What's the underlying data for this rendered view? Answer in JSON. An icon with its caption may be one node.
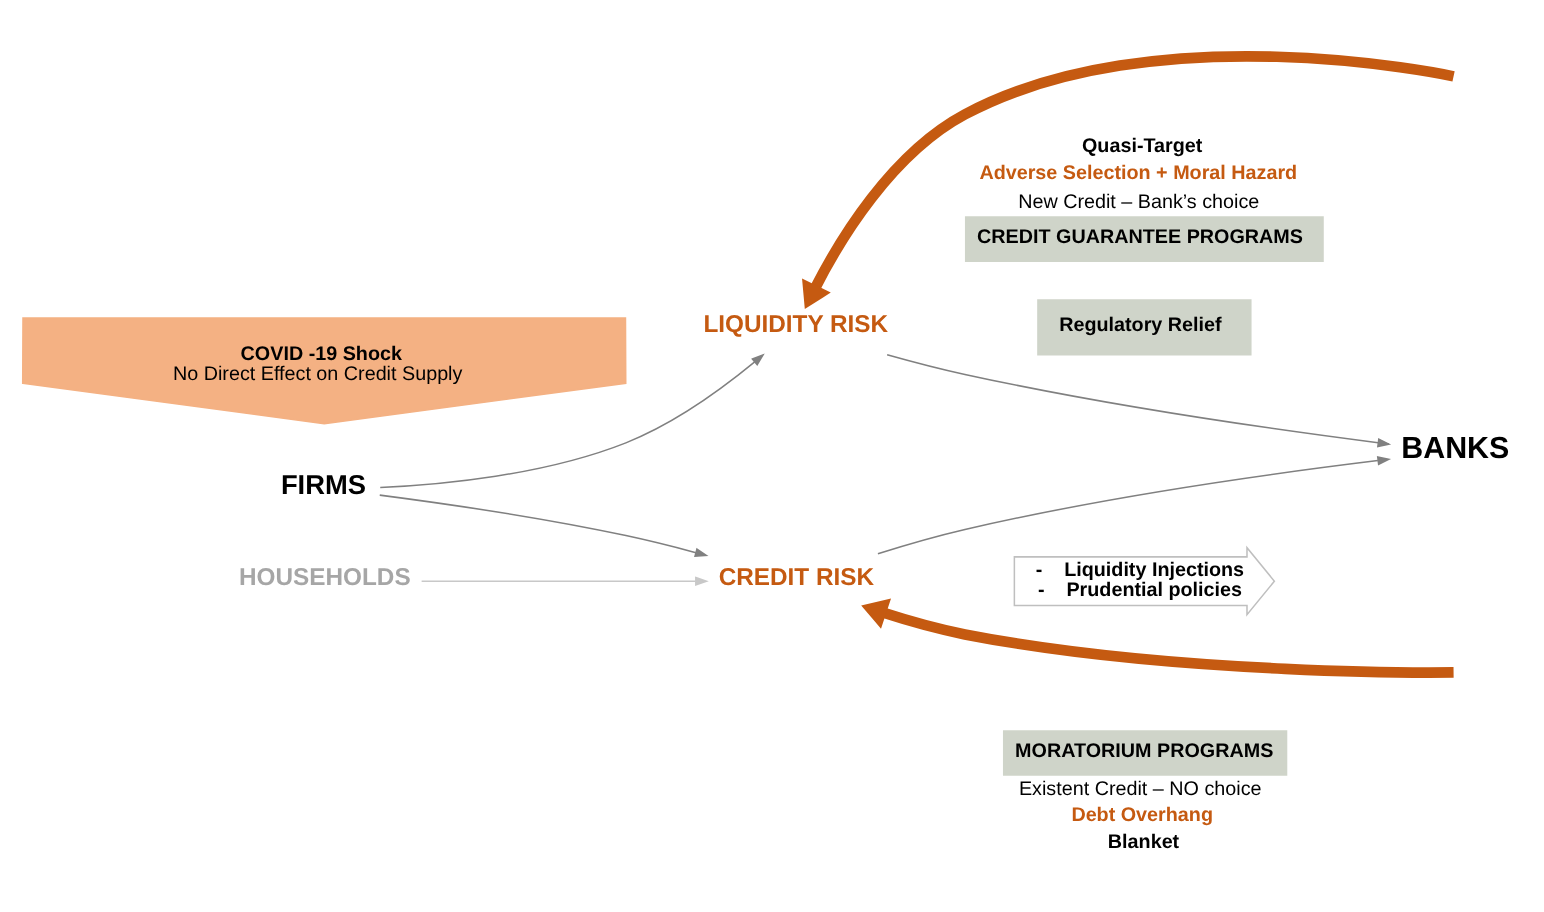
{
  "diagram": {
    "nodes": [
      {
        "text": [
          "COVID -19 Shock",
          "No Direct Effect on Credit Supply"
        ]
      },
      {
        "text": [
          "FIRMS"
        ]
      },
      {
        "text": [
          "HOUSEHOLDS"
        ]
      },
      {
        "text": [
          "LIQUIDITY RISK"
        ]
      },
      {
        "text": [
          "CREDIT RISK"
        ]
      },
      {
        "text": [
          "BANKS"
        ]
      },
      {
        "text": [
          "CREDIT GUARANTEE PROGRAMS"
        ],
        "beside": [
          "Quasi-Target",
          "Adverse Selection + Moral Hazard",
          "New Credit – Bank’s choice"
        ]
      },
      {
        "text": [
          "Regulatory Relief"
        ]
      },
      {
        "text": [
          "-    Liquidity Injections",
          "-    Prudential policies"
        ]
      },
      {
        "text": [
          "MORATORIUM PROGRAMS"
        ],
        "beside": [
          "Existent Credit – NO choice",
          "Debt Overhang",
          "Blanket"
        ]
      }
    ],
    "edges": [
      {
        "from": 1,
        "to": 3,
        "arrow": "to"
      },
      {
        "from": 1,
        "to": 4,
        "arrow": "to"
      },
      {
        "from": 2,
        "to": 4,
        "arrow": "to",
        "color": "#c8c8c8"
      },
      {
        "from": 3,
        "to": 5,
        "arrow": "to"
      },
      {
        "from": 4,
        "to": 5,
        "arrow": "to"
      },
      {
        "from": null,
        "to": 3,
        "arrow": "to",
        "style": "thick",
        "color": "#c55a11"
      },
      {
        "from": null,
        "to": 4,
        "arrow": "to",
        "style": "thick",
        "color": "#c55a11"
      }
    ]
  }
}
